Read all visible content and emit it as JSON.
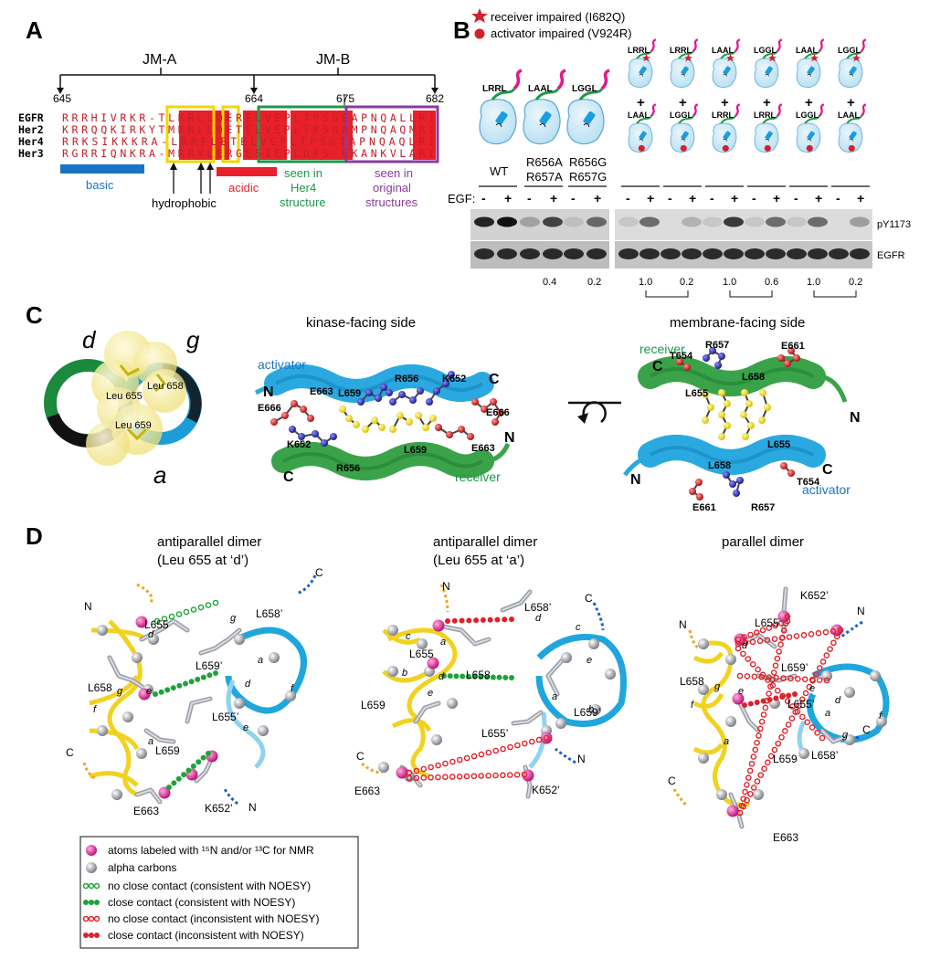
{
  "panels": {
    "A": "A",
    "B": "B",
    "C": "C",
    "D": "D"
  },
  "panelA": {
    "jm_a": "JM-A",
    "jm_b": "JM-B",
    "positions": [
      "645",
      "664",
      "675",
      "682"
    ],
    "proteins": [
      "EGFR",
      "Her2",
      "Her4",
      "Her3"
    ],
    "sequences": [
      "RRRHIVRKR-TLRRLLQERELVEPLTPSGEAPNQALLRI",
      "KRRQQKIRKYTMRRLLQETELVEPLTPSGAMPNQAQMRI",
      "RRKSIKKKRA-LRRFLETELVEPLTPSGTAPNQAQLRI",
      "RGRRIQNKRA-MRRYLERGESIEPLDPS-EKANKVLARI"
    ],
    "labels": {
      "basic": "basic",
      "hydrophobic": "hydrophobic",
      "acidic": "acidic",
      "her4_1": "seen in",
      "her4_2": "Her4",
      "her4_3": "structure",
      "orig_1": "seen in",
      "orig_2": "original",
      "orig_3": "structures"
    }
  },
  "panelB": {
    "legend_receiver": "receiver impaired (I682Q)",
    "legend_activator": "activator impaired (V924R)",
    "top_labels": [
      "LRRL",
      "LAAL",
      "LGGL"
    ],
    "pair_top": [
      "LRRL",
      "LRRL",
      "LAAL",
      "LGGL",
      "LAAL",
      "LGGL"
    ],
    "pair_bottom": [
      "LAAL",
      "LGGL",
      "LRRL",
      "LRRL",
      "LGGL",
      "LAAL"
    ],
    "plus": "+",
    "lanes": [
      "WT",
      "R656A",
      "R657A",
      "R656G",
      "R657G"
    ],
    "egf": "EGF:",
    "minus": "-",
    "plus_sign": "+",
    "band_labels": [
      "pY1173",
      "EGFR"
    ],
    "quant_left": [
      "0.4",
      "0.2"
    ],
    "quant_right": [
      "1.0",
      "0.2",
      "1.0",
      "0.6",
      "1.0",
      "0.2"
    ]
  },
  "panelC": {
    "heptad": [
      "d",
      "g",
      "a"
    ],
    "leu": [
      "Leu 655",
      "Leu 658",
      "Leu 659"
    ],
    "kinase_title": "kinase-facing side",
    "membrane_title": "membrane-facing side",
    "activator": "activator",
    "receiver": "receiver",
    "kf_labels": [
      "N",
      "C",
      "E663",
      "R656",
      "K652",
      "L659",
      "E666",
      "E666",
      "K652",
      "R656",
      "L659",
      "E663",
      "N",
      "C"
    ],
    "mf_labels": [
      "C",
      "T654",
      "R657",
      "E661",
      "L658",
      "L655",
      "N",
      "N",
      "L655",
      "L658",
      "T654",
      "C",
      "E661",
      "R657"
    ]
  },
  "panelD": {
    "titles": [
      [
        "antiparallel dimer",
        "(Leu 655 at ‘d’)"
      ],
      [
        "antiparallel dimer",
        "(Leu 655 at ‘a’)"
      ],
      [
        "parallel dimer",
        ""
      ]
    ],
    "d1_labels": [
      "N",
      "C",
      "L655",
      "L658’",
      "L659’",
      "L658",
      "L655’",
      "L659",
      "C",
      "N",
      "E663",
      "K652’"
    ],
    "d2_labels": [
      "N",
      "C",
      "L658’",
      "L655",
      "L658",
      "L659’",
      "L659",
      "L655’",
      "C",
      "N",
      "E663",
      "K652’"
    ],
    "d3_labels": [
      "K652’",
      "N",
      "N",
      "L655",
      "L659’",
      "L658",
      "L655’",
      "L659",
      "L658’",
      "C",
      "C",
      "E663"
    ],
    "legend": [
      "atoms labeled with ¹⁵N and/or ¹³C for NMR",
      "alpha carbons",
      "no close contact (consistent with NOESY)",
      "close contact (consistent with NOESY)",
      "no close contact (inconsistent with NOESY)",
      "close contact (inconsistent with NOESY)"
    ]
  },
  "colors": {
    "red": "#e8202a",
    "green": "#1b9a46",
    "blue": "#1a74c4",
    "purple": "#8b3aa0",
    "yellow": "#f4e22a",
    "cyan": "#38b6e6",
    "magenta": "#e0198a",
    "helixGreen": "#3aa34a"
  }
}
